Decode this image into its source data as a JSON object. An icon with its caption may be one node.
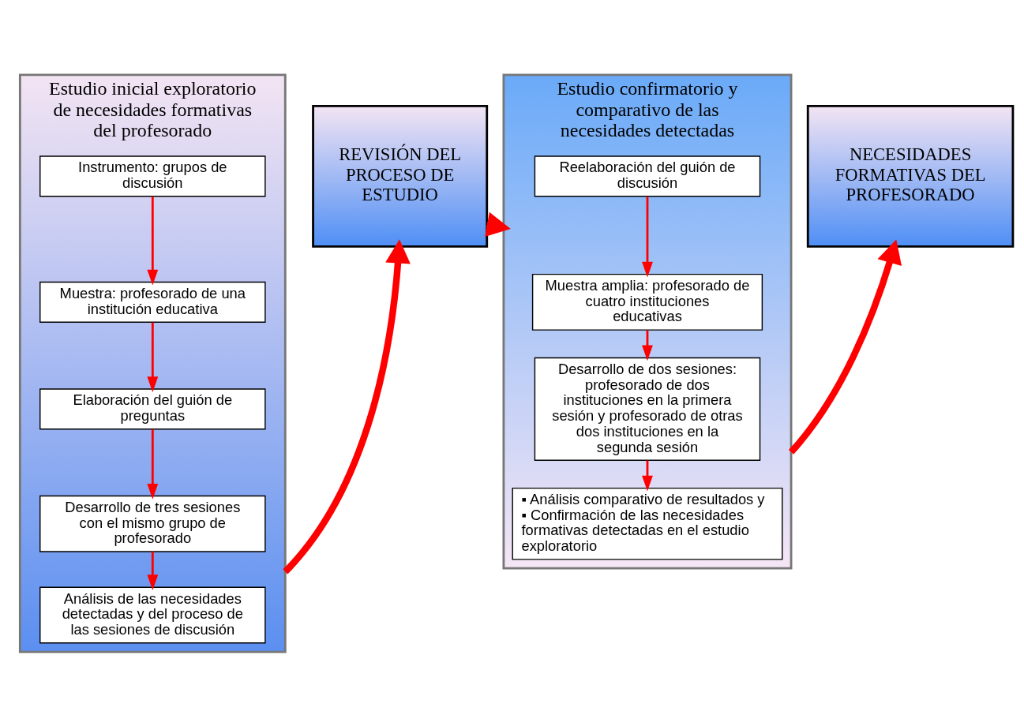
{
  "diagram": {
    "nodes": [
      {
        "text": [
          "Estudio inicial exploratorio de necesidades formativas del profesorado"
        ]
      },
      {
        "text": [
          "Instrumento: grupos de discusión"
        ],
        "in": 0
      },
      {
        "text": [
          "Muestra: profesorado de una institución educativa"
        ],
        "in": 0
      },
      {
        "text": [
          "Elaboración del guión de preguntas"
        ],
        "in": 0
      },
      {
        "text": [
          "Desarrollo de tres sesiones con el mismo grupo de profesorado"
        ],
        "in": 0
      },
      {
        "text": [
          "Análisis de las necesidades detectadas y del proceso de las sesiones de discusión"
        ],
        "in": 0
      },
      {
        "text": [
          "REVISIÓN DEL PROCESO DE ESTUDIO"
        ]
      },
      {
        "text": [
          "Estudio confirmatorio y comparativo de las necesidades detectadas"
        ]
      },
      {
        "text": [
          "Reelaboración del guión de discusión"
        ],
        "in": 7
      },
      {
        "text": [
          "Muestra amplia: profesorado de cuatro instituciones educativas"
        ],
        "in": 7
      },
      {
        "text": [
          "Desarrollo de dos sesiones: profesorado de dos instituciones en la primera sesión y profesorado de otras dos instituciones en la segunda sesión"
        ],
        "in": 7
      },
      {
        "text": [
          "▪ Análisis comparativo de resultados y",
          "▪ Confirmación de las necesidades formativas detectadas en el estudio exploratorio"
        ],
        "in": 7
      },
      {
        "text": [
          "NECESIDADES FORMATIVAS DEL PROFESORADO"
        ]
      }
    ],
    "edges": [
      {
        "from": 1,
        "to": 2,
        "arrow": "to"
      },
      {
        "from": 2,
        "to": 3,
        "arrow": "to"
      },
      {
        "from": 3,
        "to": 4,
        "arrow": "to"
      },
      {
        "from": 4,
        "to": 5,
        "arrow": "to"
      },
      {
        "from": 0,
        "to": 6,
        "arrow": "to",
        "style": "thick"
      },
      {
        "from": 6,
        "to": 7,
        "arrow": "to",
        "style": "thick"
      },
      {
        "from": 8,
        "to": 9,
        "arrow": "to"
      },
      {
        "from": 9,
        "to": 10,
        "arrow": "to"
      },
      {
        "from": 10,
        "to": 11,
        "arrow": "to"
      },
      {
        "from": 7,
        "to": 12,
        "arrow": "to",
        "style": "thick"
      }
    ]
  }
}
